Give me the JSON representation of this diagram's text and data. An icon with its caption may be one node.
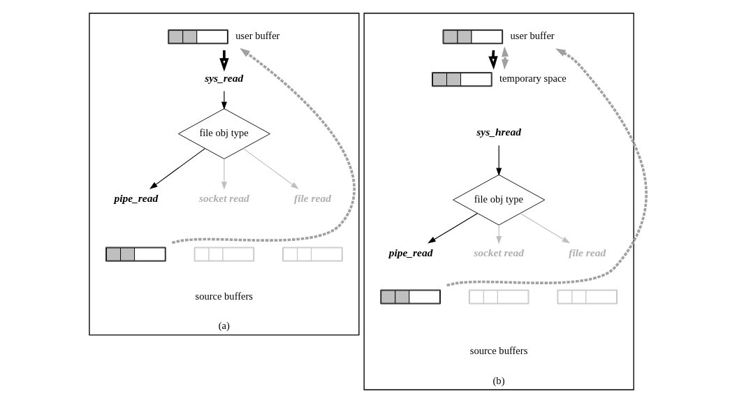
{
  "diagram": {
    "nodes": [
      {
        "text": [
          "(a)"
        ]
      },
      {
        "text": [],
        "shape": "bar",
        "beside": [
          "user buffer"
        ],
        "in": 0
      },
      {
        "text": [
          "sys_read"
        ],
        "in": 0
      },
      {
        "text": [
          "file obj type"
        ],
        "in": 0
      },
      {
        "text": [
          "pipe_read"
        ],
        "in": 0
      },
      {
        "text": [
          "socket read"
        ],
        "in": 0
      },
      {
        "text": [
          "file read"
        ],
        "in": 0
      },
      {
        "text": [],
        "shape": "bar",
        "in": 0
      },
      {
        "text": [],
        "shape": "bar",
        "in": 0
      },
      {
        "text": [],
        "shape": "bar",
        "in": 0
      },
      {
        "text": [
          "(b)"
        ]
      },
      {
        "text": [],
        "shape": "bar",
        "beside": [
          "user buffer"
        ],
        "in": 10
      },
      {
        "text": [],
        "shape": "bar",
        "beside": [
          "temporary space"
        ],
        "in": 10
      },
      {
        "text": [
          "sys_hread"
        ],
        "in": 10
      },
      {
        "text": [
          "file obj type"
        ],
        "in": 10
      },
      {
        "text": [
          "pipe_read"
        ],
        "in": 10
      },
      {
        "text": [
          "socket read"
        ],
        "in": 10
      },
      {
        "text": [
          "file read"
        ],
        "in": 10
      },
      {
        "text": [],
        "shape": "bar",
        "in": 10
      },
      {
        "text": [],
        "shape": "bar",
        "in": 10
      },
      {
        "text": [],
        "shape": "bar",
        "in": 10
      }
    ],
    "edges": [
      {
        "from": 1,
        "to": 2,
        "arrow": "to",
        "style": "thick"
      },
      {
        "from": 2,
        "to": 3,
        "arrow": "to"
      },
      {
        "from": 3,
        "to": 4,
        "arrow": "to"
      },
      {
        "from": 3,
        "to": 5,
        "arrow": "to",
        "color": "#bfbfbf"
      },
      {
        "from": 3,
        "to": 6,
        "arrow": "to",
        "color": "#bfbfbf"
      },
      {
        "from": 7,
        "to": 1,
        "arrow": "to",
        "style": "dashed",
        "color": "#a0a0a0"
      },
      {
        "from": 11,
        "to": 12,
        "arrow": "to",
        "style": "thick"
      },
      {
        "from": 12,
        "to": 11,
        "arrow": "both",
        "style": "dashed",
        "color": "#a0a0a0"
      },
      {
        "from": 13,
        "to": 14,
        "arrow": "to"
      },
      {
        "from": 14,
        "to": 15,
        "arrow": "to"
      },
      {
        "from": 14,
        "to": 16,
        "arrow": "to",
        "color": "#bfbfbf"
      },
      {
        "from": 14,
        "to": 17,
        "arrow": "to",
        "color": "#bfbfbf"
      },
      {
        "from": 18,
        "to": 11,
        "arrow": "to",
        "style": "dashed",
        "color": "#a0a0a0"
      }
    ],
    "labels": [
      "source buffers",
      "source buffers"
    ]
  }
}
